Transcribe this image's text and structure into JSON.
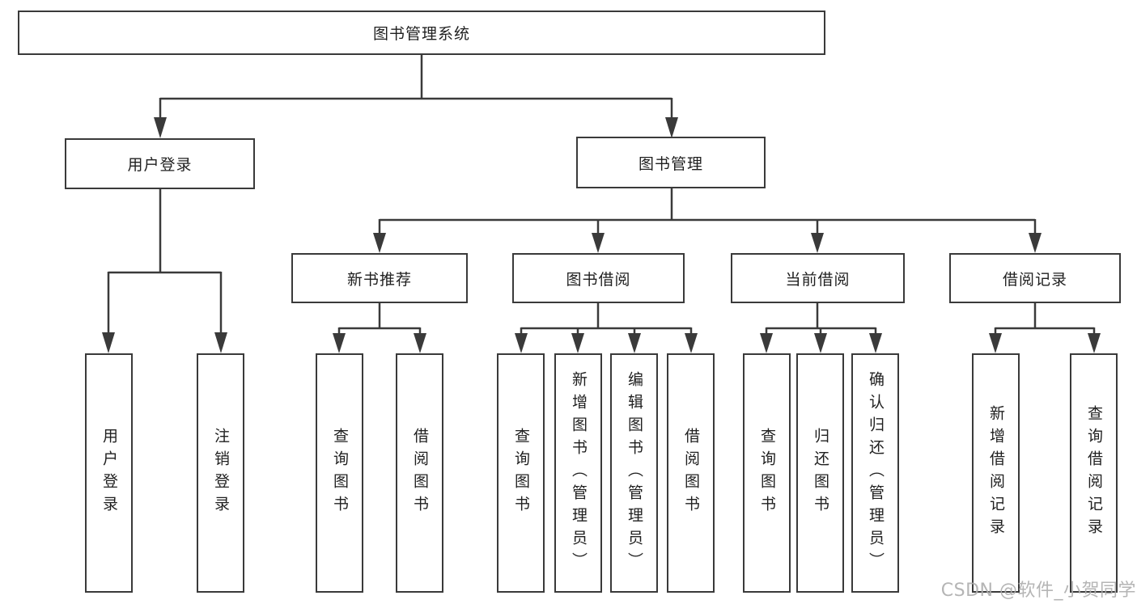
{
  "diagram": {
    "title_node": "图书管理系统",
    "watermark": "CSDN @软件_小贺同学",
    "colors": {
      "line": "#3a3a3a",
      "box_border": "#3a3a3a",
      "box_fill": "#ffffff",
      "text": "#1f1f1f",
      "watermark": "#adadad",
      "background": "#ffffff"
    },
    "tree": {
      "root": {
        "label": "图书管理系统",
        "children": [
          {
            "label": "用户登录",
            "children": [
              {
                "label": "用户登录"
              },
              {
                "label": "注销登录"
              }
            ]
          },
          {
            "label": "图书管理",
            "children": [
              {
                "label": "新书推荐",
                "children": [
                  {
                    "label": "查询图书"
                  },
                  {
                    "label": "借阅图书"
                  }
                ]
              },
              {
                "label": "图书借阅",
                "children": [
                  {
                    "label": "查询图书"
                  },
                  {
                    "label": "新增图书（管理员）"
                  },
                  {
                    "label": "编辑图书（管理员）"
                  },
                  {
                    "label": "借阅图书"
                  }
                ]
              },
              {
                "label": "当前借阅",
                "children": [
                  {
                    "label": "查询图书"
                  },
                  {
                    "label": "归还图书"
                  },
                  {
                    "label": "确认归还（管理员）"
                  }
                ]
              },
              {
                "label": "借阅记录",
                "children": [
                  {
                    "label": "新增借阅记录"
                  },
                  {
                    "label": "查询借阅记录"
                  }
                ]
              }
            ]
          }
        ]
      }
    }
  }
}
